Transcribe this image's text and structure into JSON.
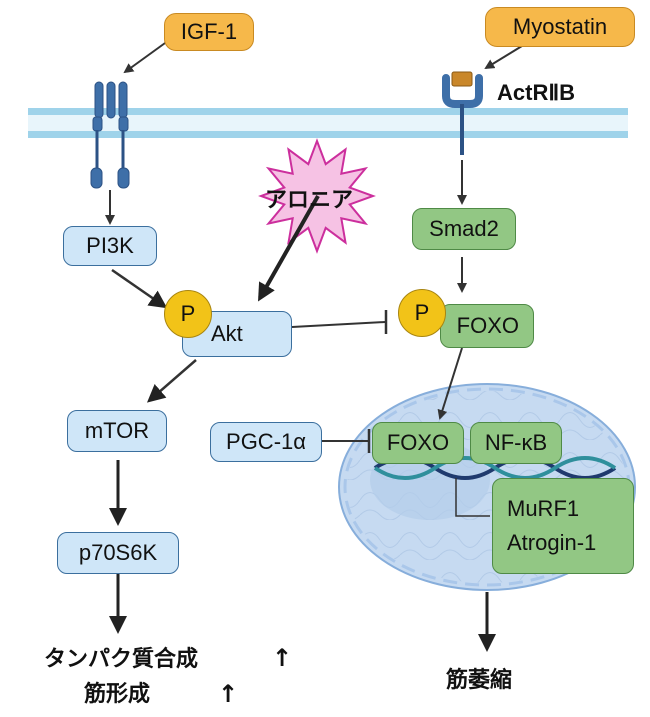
{
  "nodes": {
    "igf1": "IGF-1",
    "myostatin": "Myostatin",
    "actr2b": "ActRⅡB",
    "pi3k": "PI3K",
    "akt": "Akt",
    "mtor": "mTOR",
    "p70s6k": "p70S6K",
    "smad2": "Smad2",
    "foxo_cyto": "FOXO",
    "foxo_nuc": "FOXO",
    "nfkb": "NF-κB",
    "pgc1a": "PGC-1α",
    "murf1": "MuRF1",
    "atrogin1": "Atrogin-1",
    "alonia": "アロニア",
    "phospho": "P"
  },
  "outcomes": {
    "protein_synthesis": "タンパク質合成",
    "muscle_formation": "筋形成",
    "muscle_atrophy": "筋萎縮",
    "up_arrow": "↑"
  },
  "colors": {
    "membrane": "#9fd3ea",
    "nucleus": "#c6daf1",
    "orange": "#f6b84a",
    "blue": "#cfe6f8",
    "green": "#92c784",
    "phospho": "#f2c318",
    "starburst": "#f6c2e4"
  }
}
